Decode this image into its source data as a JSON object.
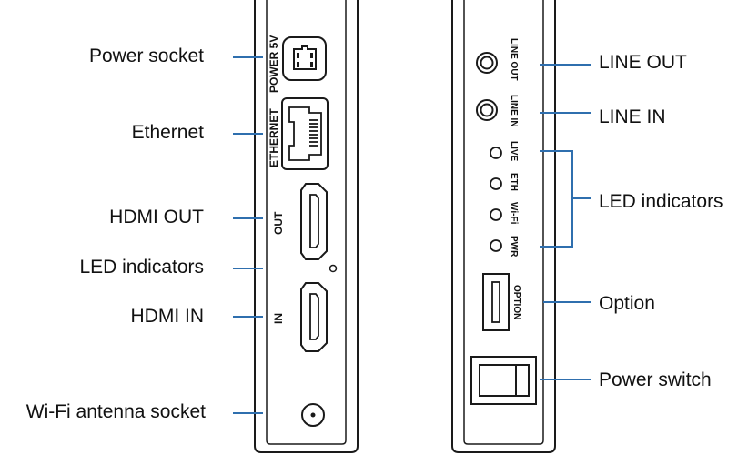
{
  "left_panel": {
    "port_labels": {
      "power": "POWER 5V",
      "ethernet": "ETHERNET",
      "out": "OUT",
      "in": "IN"
    },
    "callouts": {
      "power_socket": "Power socket",
      "ethernet": "Ethernet",
      "hdmi_out": "HDMI OUT",
      "led_indicators": "LED indicators",
      "hdmi_in": "HDMI IN",
      "wifi_antenna": "Wi-Fi antenna socket"
    }
  },
  "right_panel": {
    "port_labels": {
      "line_out": "LINE OUT",
      "line_in": "LINE IN",
      "live": "LIVE",
      "eth": "ETH",
      "wifi": "Wi-Fi",
      "pwr": "PWR",
      "option": "OPTION"
    },
    "callouts": {
      "line_out": "LINE OUT",
      "line_in": "LINE IN",
      "led_indicators": "LED indicators",
      "option": "Option",
      "power_switch": "Power switch"
    }
  },
  "colors": {
    "leader_line": "#2f6fae",
    "outline": "#1a1a1a"
  }
}
